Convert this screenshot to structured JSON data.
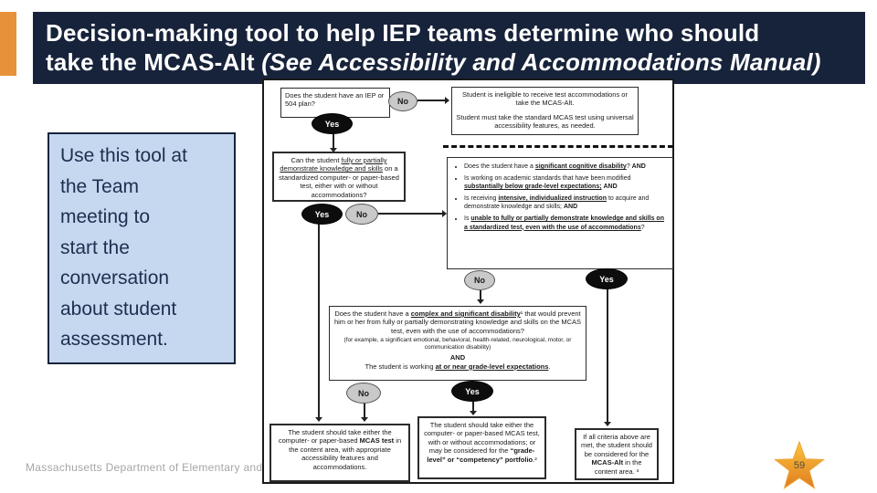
{
  "title": {
    "line1": "Decision-making tool to help IEP teams determine who should",
    "line2_plain": "take the MCAS-Alt ",
    "line2_italic": "(See Accessibility and Accommodations Manual)"
  },
  "note": {
    "lines": [
      "Use this tool at",
      "the Team",
      "meeting to",
      "start the",
      "conversation",
      "about student",
      "assessment."
    ]
  },
  "footer": {
    "text": "Massachusetts Department of Elementary and S",
    "page": "59"
  },
  "labels": {
    "yes": "Yes",
    "no": "No"
  },
  "colors": {
    "title_bg": "#17233a",
    "accent_orange": "#e8913b",
    "note_bg": "#c6d8f0",
    "note_text": "#1c2f4e",
    "star_top": "#fcc43c",
    "star_bottom": "#e07c20",
    "footer_gray": "#a6a6a6",
    "oval_gray": "#c9c9c9",
    "oval_black": "#0d0d0d"
  },
  "flowchart": {
    "q_iep": "Does the student have an IEP or 504 plan?",
    "ineligible_p1": "Student is ineligible to receive test accommodations or take the MCAS-Alt.",
    "ineligible_p2": "Student must take the standard MCAS test using universal accessibility features, as needed.",
    "q_can": [
      {
        "t": "Can the student "
      },
      {
        "t": "fully or partially demonstrate knowledge and skills",
        "s": "u"
      },
      {
        "t": " on a standardized computer- or paper-based test, either with or without accommodations?"
      }
    ],
    "criteria": [
      [
        {
          "t": "Does the student have a "
        },
        {
          "t": "significant cognitive disability",
          "s": "bu"
        },
        {
          "t": "?  "
        },
        {
          "t": "AND",
          "s": "b"
        }
      ],
      [
        {
          "t": "Is working on academic standards that have been modified "
        },
        {
          "t": "substantially below grade-level expectations;",
          "s": "bu"
        },
        {
          "t": "  "
        },
        {
          "t": "AND",
          "s": "b"
        }
      ],
      [
        {
          "t": "Is receiving "
        },
        {
          "t": "intensive, individualized instruction",
          "s": "bu"
        },
        {
          "t": " to acquire and demonstrate knowledge and skills;  "
        },
        {
          "t": "AND",
          "s": "b"
        }
      ],
      [
        {
          "t": "Is "
        },
        {
          "t": "unable to fully or partially demonstrate knowledge and skills on a standardized test, even with the use of accommodations",
          "s": "bu"
        },
        {
          "t": "?"
        }
      ]
    ],
    "complex_l1": [
      {
        "t": "Does the student have a "
      },
      {
        "t": "complex and significant disability",
        "s": "bu"
      },
      {
        "t": "¹ that would prevent him or her from fully or partially demonstrating knowledge and skills on the MCAS test, even with the use of accommodations?"
      }
    ],
    "complex_l2": "(for example, a significant emotional, behavioral, health-related, neurological, motor, or communication disability)",
    "complex_l3": "AND",
    "complex_l4": [
      {
        "t": "The student is working "
      },
      {
        "t": "at or near grade-level expectations",
        "s": "bu"
      },
      {
        "t": "."
      }
    ],
    "outcome_left": [
      {
        "t": "The student should take either the computer- or paper-based "
      },
      {
        "t": "MCAS test",
        "s": "b"
      },
      {
        "t": " in the content area, with appropriate accessibility features and accommodations."
      }
    ],
    "outcome_mid": [
      {
        "t": "The student should take either the computer- or paper-based MCAS test, with or without accommodations; or may be considered for the "
      },
      {
        "t": "“grade-level” or “competency” portfolio",
        "s": "b"
      },
      {
        "t": ".²"
      }
    ],
    "outcome_right": [
      {
        "t": "If all criteria above are met, the student should be considered for the "
      },
      {
        "t": "MCAS-Alt",
        "s": "b"
      },
      {
        "t": " in the content area. ³"
      }
    ]
  }
}
